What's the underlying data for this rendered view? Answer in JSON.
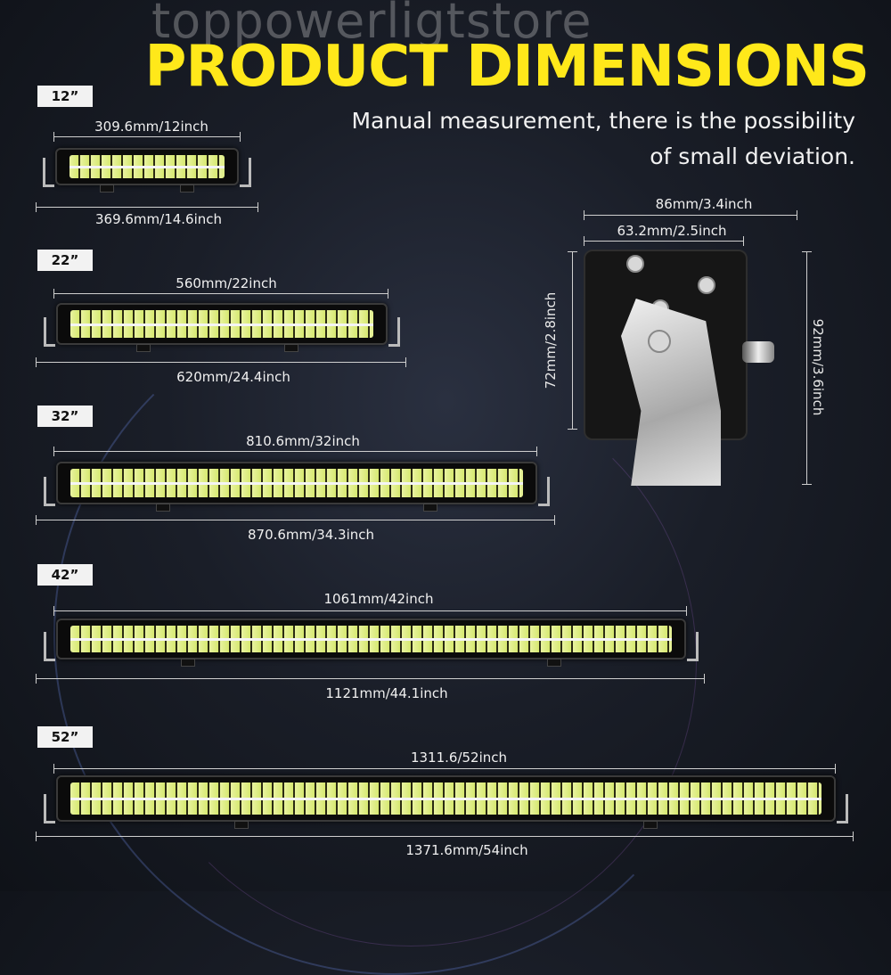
{
  "watermark": "toppowerligtstore",
  "title": "PRODUCT DIMENSIONS",
  "note": {
    "line1": "Manual measurement, there is the possibility",
    "line2": "of small deviation."
  },
  "bars": [
    {
      "badge": "12”",
      "inner": "309.6mm/12inch",
      "outer": "369.6mm/14.6inch"
    },
    {
      "badge": "22”",
      "inner": "560mm/22inch",
      "outer": "620mm/24.4inch"
    },
    {
      "badge": "32”",
      "inner": "810.6mm/32inch",
      "outer": "870.6mm/34.3inch"
    },
    {
      "badge": "42”",
      "inner": "1061mm/42inch",
      "outer": "1121mm/44.1inch"
    },
    {
      "badge": "52”",
      "inner": "1311.6/52inch",
      "outer": "1371.6mm/54inch"
    }
  ],
  "side": {
    "width_outer": "86mm/3.4inch",
    "width_inner": "63.2mm/2.5inch",
    "height_inner": "72mm/2.8inch",
    "height_outer": "92mm/3.6inch"
  }
}
